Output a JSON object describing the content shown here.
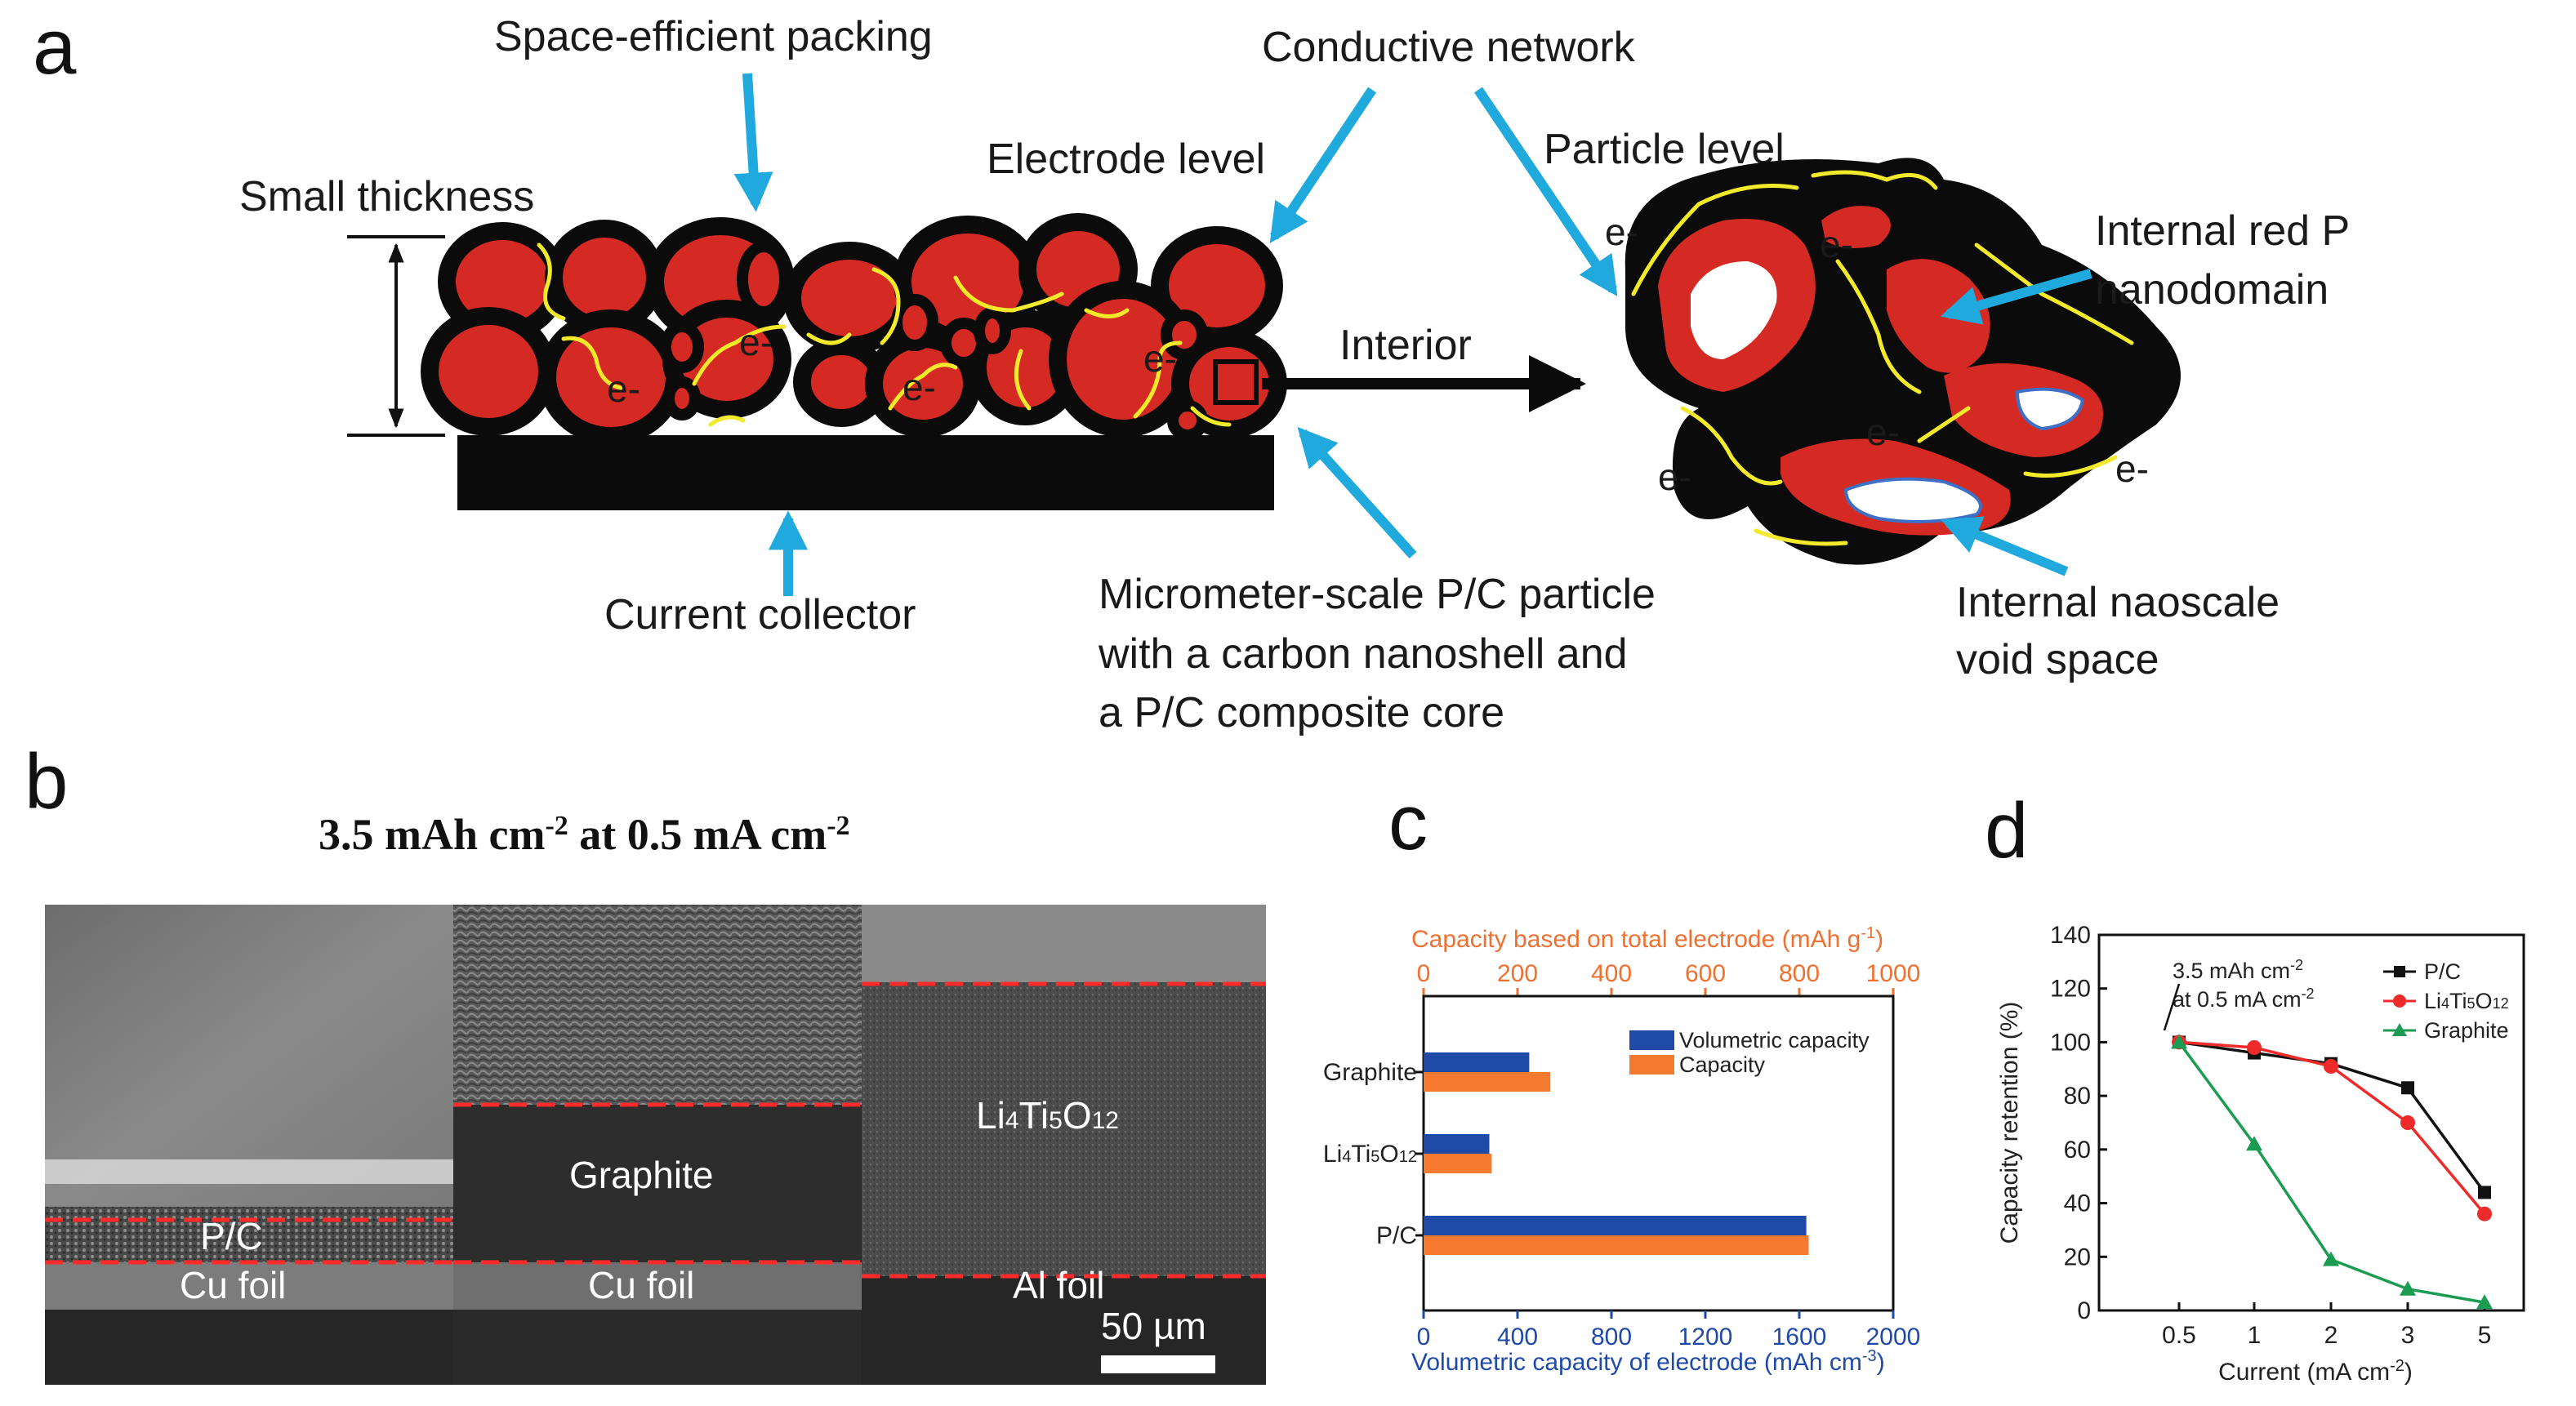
{
  "panel_a": {
    "letter": "a",
    "labels": {
      "space_efficient": "Space-efficient packing",
      "conductive_network": "Conductive network",
      "small_thickness": "Small thickness",
      "electrode_level": "Electrode level",
      "particle_level": "Particle level",
      "interior": "Interior",
      "internal_red_p_1": "Internal red P",
      "internal_red_p_2": "nanodomain",
      "current_collector": "Current collector",
      "micrometer_1": "Micrometer-scale P/C particle",
      "micrometer_2": "with a carbon nanoshell and",
      "micrometer_3": "a P/C composite core",
      "void_1": "Internal naoscale",
      "void_2": "void space",
      "electron": "e-"
    },
    "colors": {
      "particle": "#d42a23",
      "shell": "#0b0b0b",
      "arrow": "#1fa9dc",
      "electron_path": "#f2ea2a"
    }
  },
  "panel_b": {
    "letter": "b",
    "title_main": "3.5 mAh cm",
    "title_sup1": "-2",
    "title_mid": " at 0.5 mA cm",
    "title_sup2": "-2",
    "sem_labels": {
      "pc": "P/C",
      "cu_foil_1": "Cu foil",
      "graphite": "Graphite",
      "cu_foil_2": "Cu foil",
      "lto_a": "Li",
      "lto_s1": "4",
      "lto_b": "Ti",
      "lto_s2": "5",
      "lto_c": "O",
      "lto_s3": "12",
      "al_foil": "Al foil",
      "scale_bar": "50 µm"
    }
  },
  "panel_c": {
    "letter": "c",
    "chart_data": {
      "type": "bar",
      "orientation": "horizontal",
      "categories": [
        "Graphite",
        "Li4Ti5O12",
        "P/C"
      ],
      "category_labels": {
        "graphite": "Graphite",
        "lto_a": "Li",
        "lto_s1": "4",
        "lto_b": "Ti",
        "lto_s2": "5",
        "lto_c": "O",
        "lto_s3": "12",
        "pc": "P/C"
      },
      "series": [
        {
          "name": "Volumetric capacity",
          "axis": "bottom",
          "color": "#1f4aa8",
          "values": [
            450,
            280,
            1630
          ]
        },
        {
          "name": "Capacity",
          "axis": "top",
          "color": "#f47a30",
          "values": [
            270,
            145,
            820
          ]
        }
      ],
      "bottom_axis": {
        "label": "Volumetric capacity of electrode (mAh cm",
        "label_sup": "-3",
        "label_end": ")",
        "range": [
          0,
          2000
        ],
        "ticks": [
          0,
          400,
          800,
          1200,
          1600,
          2000
        ]
      },
      "top_axis": {
        "label": "Capacity based on total electrode (mAh g",
        "label_sup": "-1",
        "label_end": ")",
        "range": [
          0,
          1000
        ],
        "ticks": [
          0,
          200,
          400,
          600,
          800,
          1000
        ]
      },
      "legend_position": "top-right"
    }
  },
  "panel_d": {
    "letter": "d",
    "chart_data": {
      "type": "line",
      "x_categories": [
        "0.5",
        "1",
        "2",
        "3",
        "5"
      ],
      "xlabel": "Current (mA cm",
      "xlabel_sup": "-2",
      "xlabel_end": ")",
      "ylabel": "Capacity retention (%)",
      "ylim": [
        0,
        140
      ],
      "yticks": [
        0,
        20,
        40,
        60,
        80,
        100,
        120,
        140
      ],
      "annotation_1": "3.5 mAh cm",
      "annotation_1_sup": "-2",
      "annotation_2": "at 0.5 mA cm",
      "annotation_2_sup": "-2",
      "series_labels": {
        "pc": "P/C",
        "lto_a": "Li",
        "lto_s1": "4",
        "lto_b": "Ti",
        "lto_s2": "5",
        "lto_c": "O",
        "lto_s3": "12",
        "graphite": "Graphite"
      },
      "series": [
        {
          "name": "P/C",
          "color": "#111111",
          "marker": "square",
          "values": [
            100,
            96,
            92,
            83,
            44
          ]
        },
        {
          "name": "Li4Ti5O12",
          "color": "#ee2a2a",
          "marker": "circle",
          "values": [
            100,
            98,
            91,
            70,
            36
          ]
        },
        {
          "name": "Graphite",
          "color": "#1c9c52",
          "marker": "triangle",
          "values": [
            100,
            62,
            19,
            8,
            3
          ]
        }
      ],
      "legend_position": "top-right"
    }
  }
}
